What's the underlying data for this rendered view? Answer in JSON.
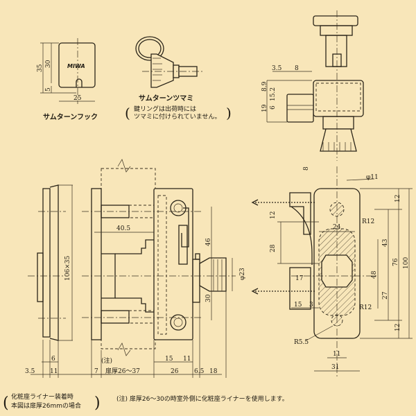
{
  "thumbturn_hook": {
    "title": "サムターンフック",
    "logo": "MIWA",
    "dims": {
      "height_total": "35",
      "height": "30",
      "slot": "5",
      "width": "25"
    }
  },
  "thumbturn_knob": {
    "title": "サムターンツマミ",
    "note_line1": "鍵リングは出荷時には",
    "note_line2": "ツマミに付けられていません。"
  },
  "top_right_view": {
    "dims": {
      "a": "3.5",
      "b": "8",
      "c": "8.9",
      "d": "15.2",
      "e": "6",
      "f": "19"
    }
  },
  "side_view": {
    "dims": {
      "plate": "106×35",
      "depth": "40.5",
      "upper": "46",
      "knob_dia": "φ23",
      "lower": "30",
      "plate_w": "6",
      "left_35": "3.5",
      "left_11": "11",
      "seven": "7",
      "note_mark": "(注)",
      "door_thickness": "扉厚26～37",
      "d15": "15",
      "d11": "11",
      "d26": "26",
      "d65": "6.5",
      "d18": "18"
    }
  },
  "front_view": {
    "dims": {
      "top8": "8",
      "hole": "φ11",
      "top12": "12",
      "left12": "12",
      "r12_top": "R12",
      "w24": "24",
      "h43": "43",
      "h28": "28",
      "h76": "76",
      "h100": "100",
      "h48": "48",
      "w17": "17",
      "h27": "27",
      "w15": "15",
      "w3": "3",
      "r12_bottom": "R12",
      "bottom12": "12",
      "r55": "R5.5",
      "w11": "11",
      "w31": "31"
    }
  },
  "notes": {
    "liner_line1": "化粧座ライナー装着時",
    "liner_line2": "本図は扉厚26mmの場合",
    "main_note": "(注) 扉厚26～30の時室外側に化粧座ライナーを使用します。"
  }
}
